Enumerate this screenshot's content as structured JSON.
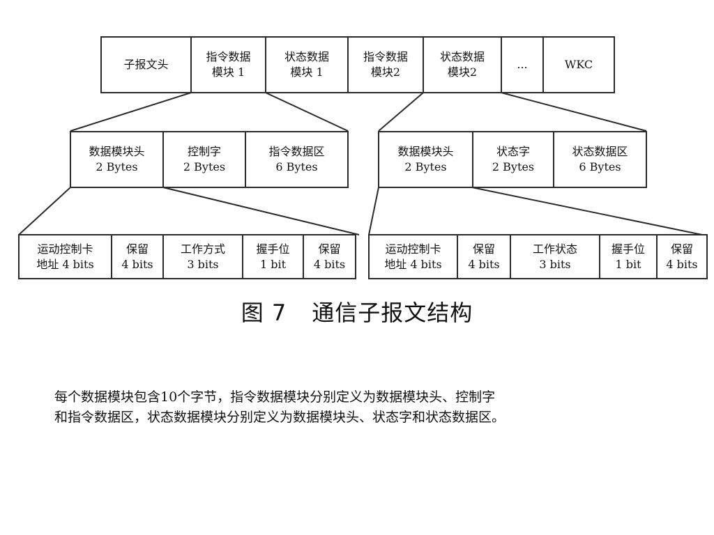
{
  "frame": {
    "cells": [
      {
        "lines": [
          "子报文头"
        ]
      },
      {
        "lines": [
          "指令数据",
          "模块 1"
        ]
      },
      {
        "lines": [
          "状态数据",
          "模块 1"
        ]
      },
      {
        "lines": [
          "指令数据",
          "模块2"
        ]
      },
      {
        "lines": [
          "状态数据",
          "模块2"
        ]
      },
      {
        "lines": [
          "..."
        ]
      },
      {
        "lines": [
          "WKC"
        ]
      }
    ]
  },
  "command_module": {
    "cells": [
      {
        "lines": [
          "数据模块头",
          "2 Bytes"
        ]
      },
      {
        "lines": [
          "控制字",
          "2 Bytes"
        ]
      },
      {
        "lines": [
          "指令数据区",
          "6 Bytes"
        ]
      }
    ]
  },
  "status_module": {
    "cells": [
      {
        "lines": [
          "数据模块头",
          "2 Bytes"
        ]
      },
      {
        "lines": [
          "状态字",
          "2 Bytes"
        ]
      },
      {
        "lines": [
          "状态数据区",
          "6 Bytes"
        ]
      }
    ]
  },
  "command_header": {
    "cells": [
      {
        "lines": [
          "运动控制卡",
          "地址 4 bits"
        ]
      },
      {
        "lines": [
          "保留",
          "4 bits"
        ]
      },
      {
        "lines": [
          "工作方式",
          "3 bits"
        ]
      },
      {
        "lines": [
          "握手位",
          "1 bit"
        ]
      },
      {
        "lines": [
          "保留",
          "4 bits"
        ]
      }
    ]
  },
  "status_header": {
    "cells": [
      {
        "lines": [
          "运动控制卡",
          "地址 4 bits"
        ]
      },
      {
        "lines": [
          "保留",
          "4 bits"
        ]
      },
      {
        "lines": [
          "工作状态",
          "3 bits"
        ]
      },
      {
        "lines": [
          "握手位",
          "1 bit"
        ]
      },
      {
        "lines": [
          "保留",
          "4 bits"
        ]
      }
    ]
  },
  "caption": {
    "figure_number": "图 7",
    "title": "通信子报文结构"
  },
  "description": {
    "line1": "每个数据模块包含10个字节，指令数据模块分别定义为数据模块头、控制字",
    "line2": "和指令数据区，状态数据模块分别定义为数据模块头、状态字和状态数据区。"
  }
}
